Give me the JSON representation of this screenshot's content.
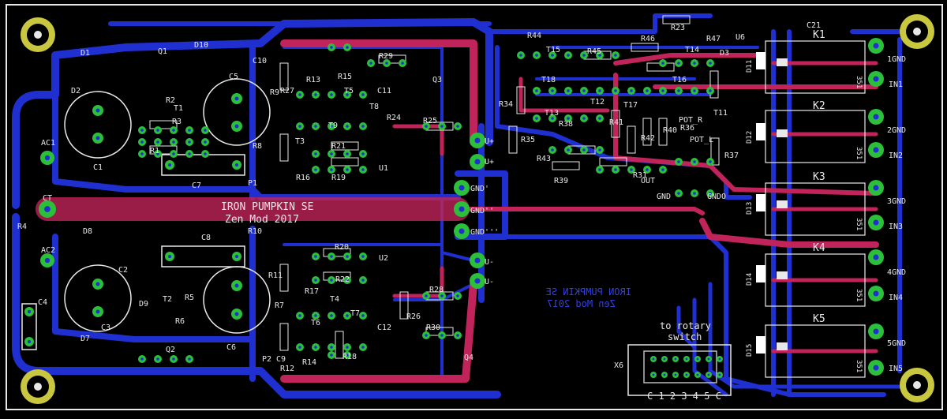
{
  "board": {
    "title_line1": "IRON PUMPKIN SE",
    "title_line2": "Zen Mod 2017",
    "mirror_line1": "IRON PUMPKIN SE",
    "mirror_line2": "Zen Mod 2017",
    "rotary_note_1": "to rotary",
    "rotary_note_2": "switch",
    "connector_x6_label": "X6",
    "connector_pins_label": "C 1 2 3 4 5 C",
    "rail_labels": [
      "U+",
      "U+",
      "GND'",
      "GND''",
      "GND'''",
      "U-",
      "U-"
    ],
    "gnd_label": "GND",
    "gndo_label": "GNDO",
    "out_label": "OUT"
  },
  "colors": {
    "background": "#000000",
    "bottom_copper": "#1f2fd0",
    "top_copper": "#c0245a",
    "pad": "#2bbf3a",
    "silkscreen": "#e8e8e8",
    "mounting_hole": "#c9c640",
    "mirror_text": "#3340e0"
  },
  "relays": [
    {
      "ref": "K1",
      "gnd": "1GND",
      "in": "IN1",
      "code": "351",
      "led": "D11"
    },
    {
      "ref": "K2",
      "gnd": "2GND",
      "in": "IN2",
      "code": "351",
      "led": "D12"
    },
    {
      "ref": "K3",
      "gnd": "3GND",
      "in": "IN3",
      "code": "351",
      "led": "D13"
    },
    {
      "ref": "K4",
      "gnd": "4GND",
      "in": "IN4",
      "code": "351",
      "led": "D14"
    },
    {
      "ref": "K5",
      "gnd": "5GND",
      "in": "IN5",
      "code": "351",
      "led": "D15"
    }
  ],
  "big_caps": [
    {
      "ref": "C1"
    },
    {
      "ref": "C5"
    },
    {
      "ref": "C2"
    },
    {
      "ref": "C6"
    }
  ],
  "film_caps": [
    {
      "ref": "C7"
    },
    {
      "ref": "C8"
    },
    {
      "ref": "C4"
    },
    {
      "ref": "C3"
    }
  ],
  "small_caps": [
    {
      "ref": "C10"
    },
    {
      "ref": "C11"
    },
    {
      "ref": "C9"
    },
    {
      "ref": "C12"
    },
    {
      "ref": "C21"
    }
  ],
  "resistors": [
    {
      "ref": "R1"
    },
    {
      "ref": "R2"
    },
    {
      "ref": "R3"
    },
    {
      "ref": "R4"
    },
    {
      "ref": "R5"
    },
    {
      "ref": "R6"
    },
    {
      "ref": "R7"
    },
    {
      "ref": "R8"
    },
    {
      "ref": "R9"
    },
    {
      "ref": "R10"
    },
    {
      "ref": "R11"
    },
    {
      "ref": "R12"
    },
    {
      "ref": "R13"
    },
    {
      "ref": "R14"
    },
    {
      "ref": "R15"
    },
    {
      "ref": "R16"
    },
    {
      "ref": "R17"
    },
    {
      "ref": "R18"
    },
    {
      "ref": "R19"
    },
    {
      "ref": "R20"
    },
    {
      "ref": "R21"
    },
    {
      "ref": "R22"
    },
    {
      "ref": "R23"
    },
    {
      "ref": "R24"
    },
    {
      "ref": "R25"
    },
    {
      "ref": "R26"
    },
    {
      "ref": "R27"
    },
    {
      "ref": "R28"
    },
    {
      "ref": "R29"
    },
    {
      "ref": "R30"
    },
    {
      "ref": "R31"
    },
    {
      "ref": "R34"
    },
    {
      "ref": "R35"
    },
    {
      "ref": "R36"
    },
    {
      "ref": "R37"
    },
    {
      "ref": "R38"
    },
    {
      "ref": "R39"
    },
    {
      "ref": "R40"
    },
    {
      "ref": "R41"
    },
    {
      "ref": "R42"
    },
    {
      "ref": "R43"
    },
    {
      "ref": "R44"
    },
    {
      "ref": "R45"
    },
    {
      "ref": "R46"
    },
    {
      "ref": "R47"
    }
  ],
  "transistors": [
    {
      "ref": "T1"
    },
    {
      "ref": "T2"
    },
    {
      "ref": "T3"
    },
    {
      "ref": "T4"
    },
    {
      "ref": "T5"
    },
    {
      "ref": "T6"
    },
    {
      "ref": "T7"
    },
    {
      "ref": "T8"
    },
    {
      "ref": "T9"
    },
    {
      "ref": "T11"
    },
    {
      "ref": "T12"
    },
    {
      "ref": "T13"
    },
    {
      "ref": "T14"
    },
    {
      "ref": "T15"
    },
    {
      "ref": "T16"
    },
    {
      "ref": "T17"
    },
    {
      "ref": "T18"
    }
  ],
  "diodes": [
    {
      "ref": "D1"
    },
    {
      "ref": "D2"
    },
    {
      "ref": "D3"
    },
    {
      "ref": "D7"
    },
    {
      "ref": "D8"
    },
    {
      "ref": "D9"
    },
    {
      "ref": "D10"
    }
  ],
  "misc": [
    {
      "ref": "Q1"
    },
    {
      "ref": "Q2"
    },
    {
      "ref": "Q3"
    },
    {
      "ref": "Q4"
    },
    {
      "ref": "U1"
    },
    {
      "ref": "U2"
    },
    {
      "ref": "U6"
    },
    {
      "ref": "P1"
    },
    {
      "ref": "P2"
    },
    {
      "ref": "AC1"
    },
    {
      "ref": "AC2"
    },
    {
      "ref": "CT"
    },
    {
      "ref": "POT_L"
    },
    {
      "ref": "POT_R"
    }
  ]
}
